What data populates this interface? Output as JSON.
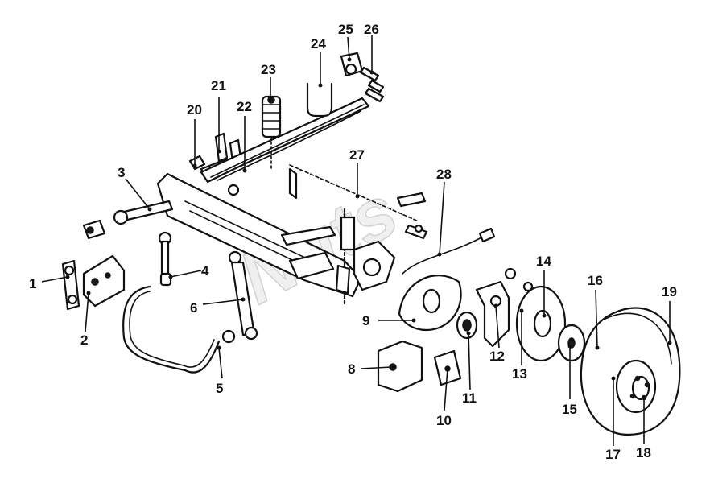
{
  "diagram": {
    "callouts": [
      {
        "id": "1",
        "text": "1"
      },
      {
        "id": "2",
        "text": "2"
      },
      {
        "id": "3",
        "text": "3"
      },
      {
        "id": "4",
        "text": "4"
      },
      {
        "id": "5",
        "text": "5"
      },
      {
        "id": "6",
        "text": "6"
      },
      {
        "id": "8",
        "text": "8"
      },
      {
        "id": "9",
        "text": "9"
      },
      {
        "id": "10",
        "text": "10"
      },
      {
        "id": "11",
        "text": "11"
      },
      {
        "id": "12",
        "text": "12"
      },
      {
        "id": "13",
        "text": "13"
      },
      {
        "id": "14",
        "text": "14"
      },
      {
        "id": "15",
        "text": "15"
      },
      {
        "id": "16",
        "text": "16"
      },
      {
        "id": "17",
        "text": "17"
      },
      {
        "id": "18",
        "text": "18"
      },
      {
        "id": "19",
        "text": "19"
      },
      {
        "id": "20",
        "text": "20"
      },
      {
        "id": "21",
        "text": "21"
      },
      {
        "id": "22",
        "text": "22"
      },
      {
        "id": "23",
        "text": "23"
      },
      {
        "id": "24",
        "text": "24"
      },
      {
        "id": "25",
        "text": "25"
      },
      {
        "id": "26",
        "text": "26"
      },
      {
        "id": "27",
        "text": "27"
      },
      {
        "id": "28",
        "text": "28"
      }
    ],
    "watermark": "Nuts"
  },
  "colors": {
    "line": "#111111",
    "background": "#ffffff"
  }
}
